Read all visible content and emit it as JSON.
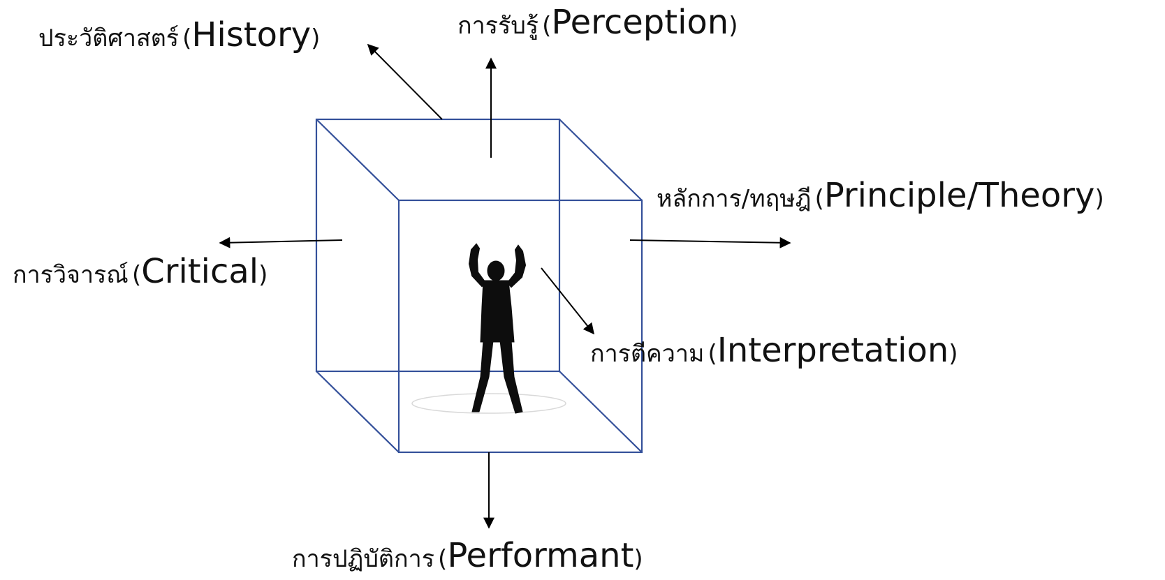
{
  "colors": {
    "cube_edge": "#34509a",
    "arrow": "#000000",
    "silhouette": "#0d0d0d",
    "text": "#111111",
    "background": "#ffffff"
  },
  "figure": {
    "icon": "person-arms-raised-silhouette"
  },
  "labels": {
    "history": {
      "thai": "ประวัติศาสตร์",
      "english": "History"
    },
    "perception": {
      "thai": "การรับรู้",
      "english": "Perception"
    },
    "principle": {
      "thai": "หลักการ/ทฤษฎี",
      "english": "Principle/Theory"
    },
    "critical": {
      "thai": "การวิจารณ์",
      "english": "Critical"
    },
    "interpretation": {
      "thai": "การตีความ",
      "english": "Interpretation"
    },
    "performant": {
      "thai": "การปฏิบัติการ",
      "english": "Performant"
    }
  }
}
